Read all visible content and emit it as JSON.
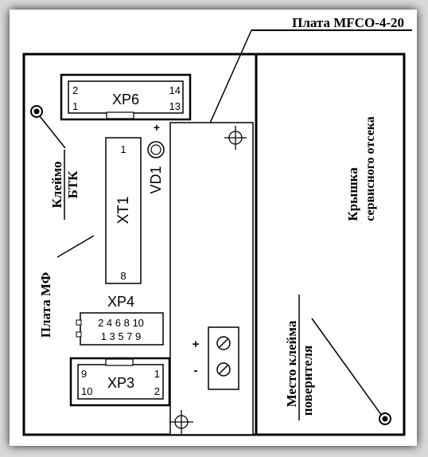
{
  "title": "Плата MFCO-4-20",
  "labels": {
    "terminal_btk_top": "Клеймо",
    "terminal_btk_bottom": "БТК",
    "board_mf": "Плата МФ",
    "cover_top": "Крышка",
    "cover_bottom": "сервисного отсека",
    "verifier_top": "Место клейма",
    "verifier_bottom": "поверителя"
  },
  "xp6": {
    "name": "XP6",
    "top_left": "2",
    "bottom_left": "1",
    "top_right": "14",
    "bottom_right": "13"
  },
  "xt1": {
    "name": "XT1",
    "top": "1",
    "bottom": "8"
  },
  "vd1": {
    "name": "VD1",
    "plus": "+"
  },
  "xp4": {
    "name": "XP4",
    "row_top": "2 4 6 8 10",
    "row_bottom": "1 3 5 7 9"
  },
  "xp3": {
    "name": "XP3",
    "top_left": "9",
    "bottom_left": "10",
    "top_right": "1",
    "bottom_right": "2"
  },
  "power": {
    "plus": "+",
    "minus": "-"
  }
}
